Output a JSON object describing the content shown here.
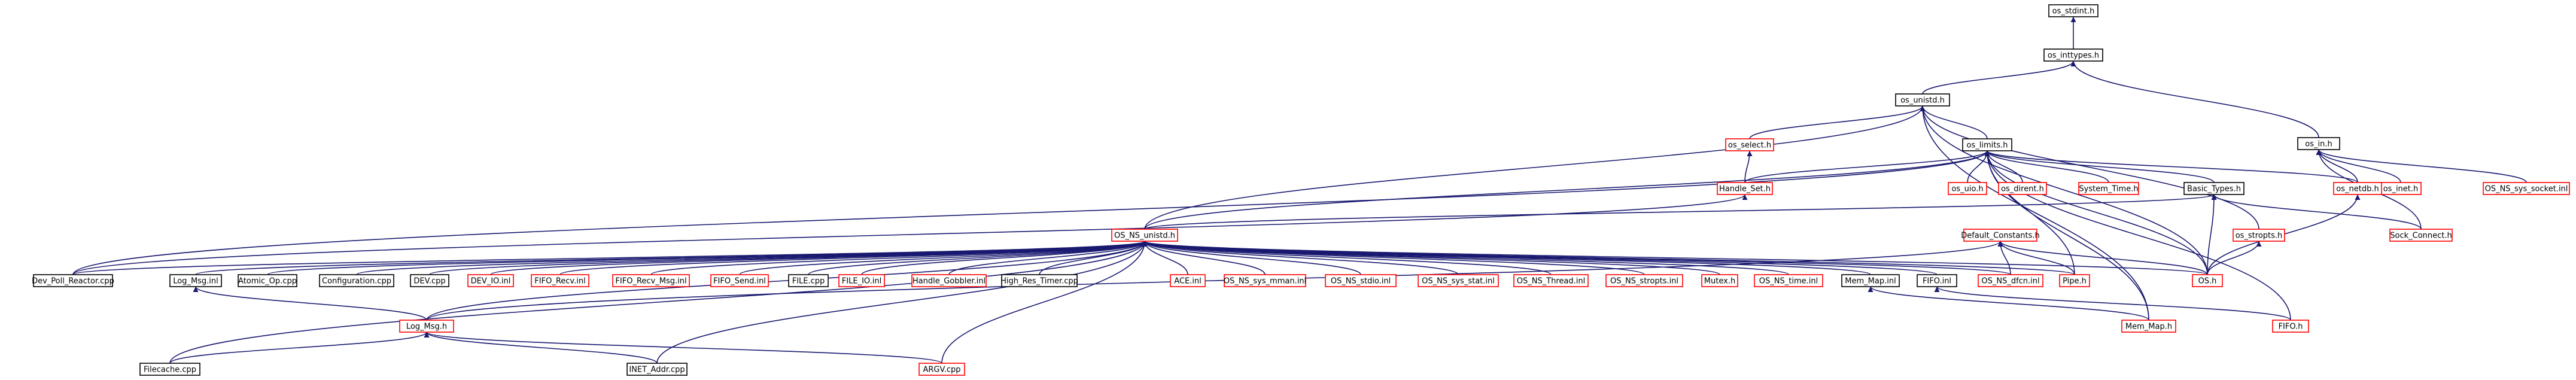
{
  "colors": {
    "edge": "#191970",
    "border_black": "#000000",
    "border_red": "#ff0000",
    "root_fill": "#bfbfbf"
  },
  "nodes": [
    {
      "id": "os_stdint",
      "label": "os_stdint.h",
      "border": "black",
      "root": true
    },
    {
      "id": "os_inttypes",
      "label": "os_inttypes.h",
      "border": "black"
    },
    {
      "id": "os_unistd",
      "label": "os_unistd.h",
      "border": "black"
    },
    {
      "id": "os_in",
      "label": "os_in.h",
      "border": "black"
    },
    {
      "id": "os_select",
      "label": "os_select.h",
      "border": "red"
    },
    {
      "id": "os_limits",
      "label": "os_limits.h",
      "border": "black"
    },
    {
      "id": "os_inet",
      "label": "os_inet.h",
      "border": "red"
    },
    {
      "id": "os_sys_socket",
      "label": "OS_NS_sys_socket.inl",
      "border": "red"
    },
    {
      "id": "handle_set",
      "label": "Handle_Set.h",
      "border": "red"
    },
    {
      "id": "os_uio",
      "label": "os_uio.h",
      "border": "red"
    },
    {
      "id": "os_dirent",
      "label": "os_dirent.h",
      "border": "red"
    },
    {
      "id": "system_time",
      "label": "System_Time.h",
      "border": "red"
    },
    {
      "id": "basic_types",
      "label": "Basic_Types.h",
      "border": "black"
    },
    {
      "id": "os_netdb",
      "label": "os_netdb.h",
      "border": "red"
    },
    {
      "id": "os_ns_unistd",
      "label": "OS_NS_unistd.h",
      "border": "red"
    },
    {
      "id": "os_stropts",
      "label": "os_stropts.h",
      "border": "red"
    },
    {
      "id": "sock_connect",
      "label": "Sock_Connect.h",
      "border": "red"
    },
    {
      "id": "default_constants",
      "label": "Default_Constants.h",
      "border": "red"
    },
    {
      "id": "dev_poll",
      "label": "Dev_Poll_Reactor.cpp",
      "border": "black"
    },
    {
      "id": "log_msg_inl",
      "label": "Log_Msg.inl",
      "border": "black"
    },
    {
      "id": "atomic_op",
      "label": "Atomic_Op.cpp",
      "border": "black"
    },
    {
      "id": "configuration",
      "label": "Configuration.cpp",
      "border": "black"
    },
    {
      "id": "dev_cpp",
      "label": "DEV.cpp",
      "border": "black"
    },
    {
      "id": "dev_io",
      "label": "DEV_IO.inl",
      "border": "red"
    },
    {
      "id": "fifo_recv",
      "label": "FIFO_Recv.inl",
      "border": "red"
    },
    {
      "id": "fifo_recv_msg",
      "label": "FIFO_Recv_Msg.inl",
      "border": "red"
    },
    {
      "id": "fifo_send",
      "label": "FIFO_Send.inl",
      "border": "red"
    },
    {
      "id": "file_cpp",
      "label": "FILE.cpp",
      "border": "black"
    },
    {
      "id": "file_io",
      "label": "FILE_IO.inl",
      "border": "red"
    },
    {
      "id": "handle_gobbler",
      "label": "Handle_Gobbler.inl",
      "border": "red"
    },
    {
      "id": "high_res_timer",
      "label": "High_Res_Timer.cpp",
      "border": "black"
    },
    {
      "id": "ace_inl",
      "label": "ACE.inl",
      "border": "red"
    },
    {
      "id": "sys_mman",
      "label": "OS_NS_sys_mman.inl",
      "border": "red"
    },
    {
      "id": "stdio",
      "label": "OS_NS_stdio.inl",
      "border": "red"
    },
    {
      "id": "sys_stat",
      "label": "OS_NS_sys_stat.inl",
      "border": "red"
    },
    {
      "id": "thread",
      "label": "OS_NS_Thread.inl",
      "border": "red"
    },
    {
      "id": "stropts_inl",
      "label": "OS_NS_stropts.inl",
      "border": "red"
    },
    {
      "id": "mutex",
      "label": "Mutex.h",
      "border": "red"
    },
    {
      "id": "time_inl",
      "label": "OS_NS_time.inl",
      "border": "red"
    },
    {
      "id": "mem_map_inl",
      "label": "Mem_Map.inl",
      "border": "black"
    },
    {
      "id": "fifo_inl",
      "label": "FIFO.inl",
      "border": "black"
    },
    {
      "id": "dfcn",
      "label": "OS_NS_dfcn.inl",
      "border": "red"
    },
    {
      "id": "pipe",
      "label": "Pipe.h",
      "border": "red"
    },
    {
      "id": "os_h",
      "label": "OS.h",
      "border": "red"
    },
    {
      "id": "log_msg_h",
      "label": "Log_Msg.h",
      "border": "red"
    },
    {
      "id": "mem_map_h",
      "label": "Mem_Map.h",
      "border": "red"
    },
    {
      "id": "fifo_h",
      "label": "FIFO.h",
      "border": "red"
    },
    {
      "id": "filecache",
      "label": "Filecache.cpp",
      "border": "black"
    },
    {
      "id": "inet_addr",
      "label": "INET_Addr.cpp",
      "border": "black"
    },
    {
      "id": "argv",
      "label": "ARGV.cpp",
      "border": "red"
    }
  ],
  "edges": [
    [
      "os_inttypes",
      "os_stdint"
    ],
    [
      "os_unistd",
      "os_inttypes"
    ],
    [
      "os_in",
      "os_inttypes"
    ],
    [
      "os_select",
      "os_unistd"
    ],
    [
      "os_limits",
      "os_unistd"
    ],
    [
      "os_ns_unistd",
      "os_unistd"
    ],
    [
      "os_h",
      "os_unistd"
    ],
    [
      "mem_map_h",
      "os_unistd"
    ],
    [
      "os_stropts",
      "os_unistd"
    ],
    [
      "os_inet",
      "os_in"
    ],
    [
      "os_sys_socket",
      "os_in"
    ],
    [
      "os_netdb",
      "os_in"
    ],
    [
      "sock_connect",
      "os_in"
    ],
    [
      "handle_set",
      "os_select"
    ],
    [
      "handle_set",
      "os_limits"
    ],
    [
      "os_uio",
      "os_limits"
    ],
    [
      "os_dirent",
      "os_limits"
    ],
    [
      "system_time",
      "os_limits"
    ],
    [
      "basic_types",
      "os_limits"
    ],
    [
      "os_netdb",
      "os_limits"
    ],
    [
      "os_ns_unistd",
      "os_limits"
    ],
    [
      "os_h",
      "os_limits"
    ],
    [
      "fifo_h",
      "os_limits"
    ],
    [
      "pipe",
      "os_limits"
    ],
    [
      "mem_map_h",
      "os_limits"
    ],
    [
      "dev_poll",
      "os_limits"
    ],
    [
      "dev_poll",
      "handle_set"
    ],
    [
      "os_ns_unistd",
      "basic_types"
    ],
    [
      "os_h",
      "basic_types"
    ],
    [
      "sock_connect",
      "basic_types"
    ],
    [
      "os_h",
      "os_netdb"
    ],
    [
      "os_h",
      "os_stropts"
    ],
    [
      "os_h",
      "default_constants"
    ],
    [
      "log_msg_h",
      "default_constants"
    ],
    [
      "dfcn",
      "default_constants"
    ],
    [
      "pipe",
      "default_constants"
    ],
    [
      "dev_poll",
      "os_ns_unistd"
    ],
    [
      "log_msg_inl",
      "os_ns_unistd"
    ],
    [
      "atomic_op",
      "os_ns_unistd"
    ],
    [
      "configuration",
      "os_ns_unistd"
    ],
    [
      "dev_cpp",
      "os_ns_unistd"
    ],
    [
      "dev_io",
      "os_ns_unistd"
    ],
    [
      "fifo_recv",
      "os_ns_unistd"
    ],
    [
      "fifo_recv_msg",
      "os_ns_unistd"
    ],
    [
      "fifo_send",
      "os_ns_unistd"
    ],
    [
      "file_cpp",
      "os_ns_unistd"
    ],
    [
      "file_io",
      "os_ns_unistd"
    ],
    [
      "handle_gobbler",
      "os_ns_unistd"
    ],
    [
      "high_res_timer",
      "os_ns_unistd"
    ],
    [
      "ace_inl",
      "os_ns_unistd"
    ],
    [
      "sys_mman",
      "os_ns_unistd"
    ],
    [
      "stdio",
      "os_ns_unistd"
    ],
    [
      "sys_stat",
      "os_ns_unistd"
    ],
    [
      "thread",
      "os_ns_unistd"
    ],
    [
      "stropts_inl",
      "os_ns_unistd"
    ],
    [
      "mutex",
      "os_ns_unistd"
    ],
    [
      "time_inl",
      "os_ns_unistd"
    ],
    [
      "mem_map_inl",
      "os_ns_unistd"
    ],
    [
      "fifo_inl",
      "os_ns_unistd"
    ],
    [
      "dfcn",
      "os_ns_unistd"
    ],
    [
      "pipe",
      "os_ns_unistd"
    ],
    [
      "os_h",
      "os_ns_unistd"
    ],
    [
      "filecache",
      "os_ns_unistd"
    ],
    [
      "inet_addr",
      "os_ns_unistd"
    ],
    [
      "argv",
      "os_ns_unistd"
    ],
    [
      "log_msg_h",
      "os_ns_unistd"
    ],
    [
      "log_msg_h",
      "log_msg_inl"
    ],
    [
      "filecache",
      "log_msg_h"
    ],
    [
      "inet_addr",
      "log_msg_h"
    ],
    [
      "argv",
      "log_msg_h"
    ],
    [
      "mem_map_h",
      "mem_map_inl"
    ],
    [
      "fifo_h",
      "fifo_inl"
    ]
  ]
}
